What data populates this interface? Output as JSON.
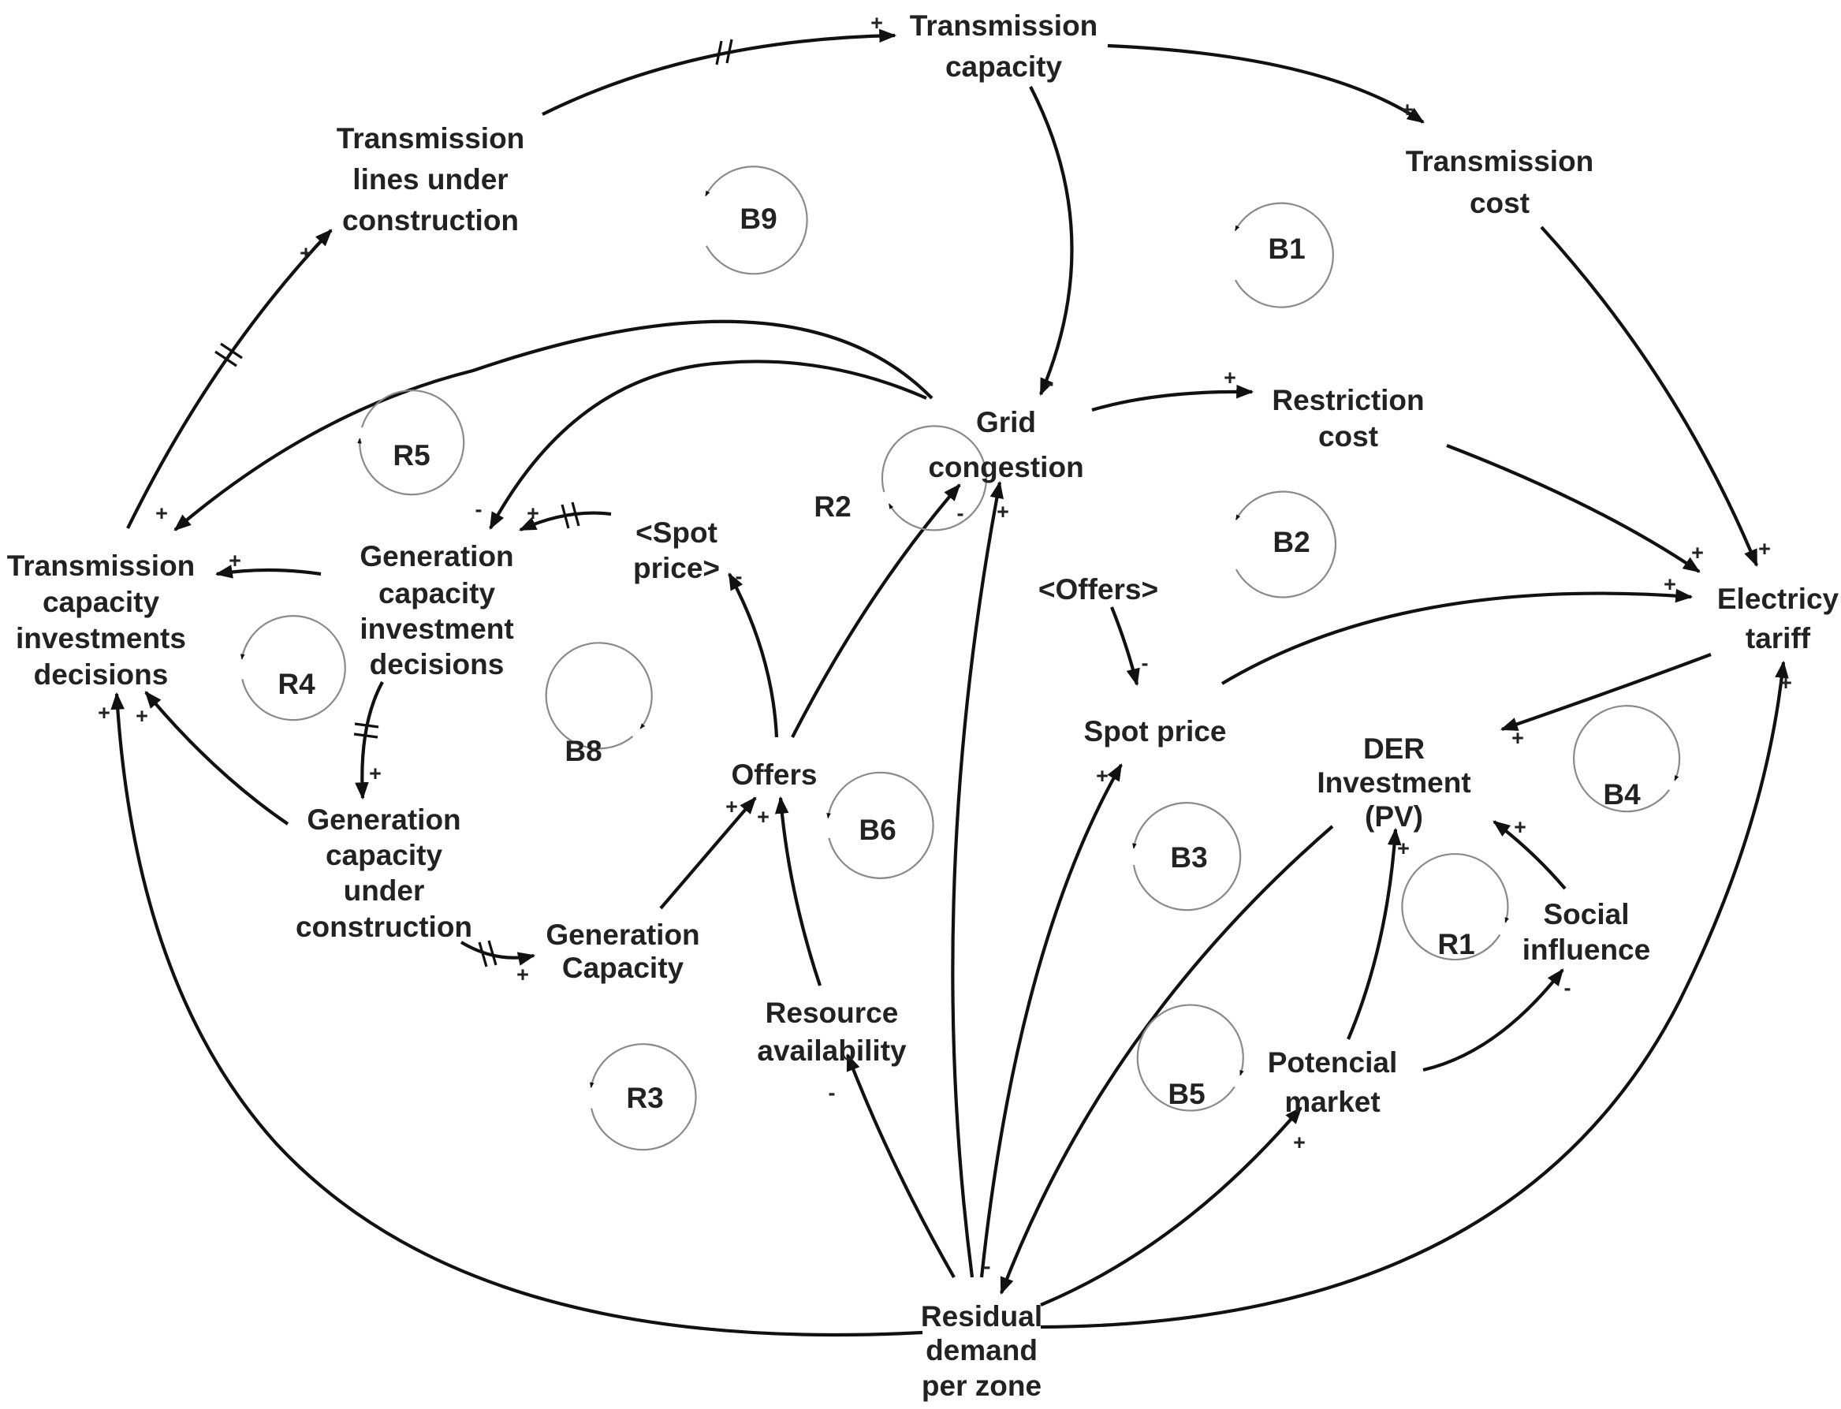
{
  "colors": {
    "line": "#111111",
    "loop": "#8a8a8a",
    "text": "#222222",
    "background": "#ffffff"
  },
  "nodes": {
    "transmission_capacity": [
      "Transmission",
      "capacity"
    ],
    "transmission_lines": [
      "Transmission",
      "lines under",
      "construction"
    ],
    "transmission_cost": [
      "Transmission",
      "cost"
    ],
    "grid_congestion": [
      "Grid",
      "congestion"
    ],
    "restriction_cost": [
      "Restriction",
      "cost"
    ],
    "transmission_investments": [
      "Transmission",
      "capacity",
      "investments",
      "decisions"
    ],
    "generation_investment": [
      "Generation",
      "capacity",
      "investment",
      "decisions"
    ],
    "spot_price_shadow": [
      "<Spot",
      "price>"
    ],
    "offers_shadow": [
      "<Offers>"
    ],
    "electricity_tariff": [
      "Electricy",
      "tariff"
    ],
    "spot_price": [
      "Spot price"
    ],
    "der_investment": [
      "DER",
      "Investment",
      "(PV)"
    ],
    "offers": [
      "Offers"
    ],
    "generation_under_construction": [
      "Generation",
      "capacity",
      "under",
      "construction"
    ],
    "generation_capacity": [
      "Generation",
      "Capacity"
    ],
    "resource_availability": [
      "Resource",
      "availability"
    ],
    "social_influence": [
      "Social",
      "influence"
    ],
    "potencial_market": [
      "Potencial",
      "market"
    ],
    "residual_demand": [
      "Residual",
      "demand",
      "per zone"
    ]
  },
  "loops": [
    "B9",
    "B1",
    "R5",
    "R2",
    "B2",
    "R4",
    "B8",
    "B6",
    "B4",
    "B3",
    "R1",
    "B5",
    "R3"
  ],
  "links": [
    {
      "from": "Transmission lines under construction",
      "to": "Transmission capacity",
      "polarity": "+",
      "delay": true
    },
    {
      "from": "Transmission capacity",
      "to": "Transmission cost",
      "polarity": "+",
      "delay": false
    },
    {
      "from": "Transmission capacity",
      "to": "Grid congestion",
      "polarity": "-",
      "delay": false
    },
    {
      "from": "Transmission cost",
      "to": "Electricy tariff",
      "polarity": "+",
      "delay": false
    },
    {
      "from": "Transmission capacity investments decisions",
      "to": "Transmission lines under construction",
      "polarity": "+",
      "delay": true
    },
    {
      "from": "Grid congestion",
      "to": "Transmission capacity investments decisions",
      "polarity": "+",
      "delay": false
    },
    {
      "from": "Grid congestion",
      "to": "Generation capacity investment decisions",
      "polarity": "-",
      "delay": false
    },
    {
      "from": "Grid congestion",
      "to": "Restriction cost",
      "polarity": "+",
      "delay": false
    },
    {
      "from": "Restriction cost",
      "to": "Electricy tariff",
      "polarity": "+",
      "delay": false
    },
    {
      "from": "<Spot price>",
      "to": "Generation capacity investment decisions",
      "polarity": "+",
      "delay": true
    },
    {
      "from": "Generation capacity investment decisions",
      "to": "Transmission capacity investments decisions",
      "polarity": "+",
      "delay": false
    },
    {
      "from": "Generation capacity investment decisions",
      "to": "Generation capacity under construction",
      "polarity": "+",
      "delay": true
    },
    {
      "from": "Generation capacity under construction",
      "to": "Transmission capacity investments decisions",
      "polarity": "+",
      "delay": false
    },
    {
      "from": "Generation capacity under construction",
      "to": "Generation Capacity",
      "polarity": "+",
      "delay": true
    },
    {
      "from": "Offers",
      "to": "<Spot price>",
      "polarity": "-",
      "delay": false
    },
    {
      "from": "Offers",
      "to": "Grid congestion",
      "polarity": "-",
      "delay": false
    },
    {
      "from": "Generation Capacity",
      "to": "Offers",
      "polarity": "+",
      "delay": false
    },
    {
      "from": "Resource availability",
      "to": "Offers",
      "polarity": "+",
      "delay": false
    },
    {
      "from": "<Offers>",
      "to": "Spot price",
      "polarity": "-",
      "delay": false
    },
    {
      "from": "Spot price",
      "to": "Electricy tariff",
      "polarity": "+",
      "delay": false
    },
    {
      "from": "Electricy tariff",
      "to": "DER Investment (PV)",
      "polarity": "+",
      "delay": false
    },
    {
      "from": "Social influence",
      "to": "DER Investment (PV)",
      "polarity": "+",
      "delay": false
    },
    {
      "from": "Potencial market",
      "to": "DER Investment (PV)",
      "polarity": "+",
      "delay": false
    },
    {
      "from": "Potencial market",
      "to": "Social influence",
      "polarity": "-",
      "delay": false
    },
    {
      "from": "DER Investment (PV)",
      "to": "Residual demand per zone",
      "polarity": "-",
      "delay": false
    },
    {
      "from": "Residual demand per zone",
      "to": "Transmission capacity investments decisions",
      "polarity": "+",
      "delay": false
    },
    {
      "from": "Residual demand per zone",
      "to": "Resource availability",
      "polarity": "-",
      "delay": false
    },
    {
      "from": "Residual demand per zone",
      "to": "Grid congestion",
      "polarity": "+",
      "delay": false
    },
    {
      "from": "Residual demand per zone",
      "to": "Spot price",
      "polarity": "+",
      "delay": false
    },
    {
      "from": "Residual demand per zone",
      "to": "Potencial market",
      "polarity": "+",
      "delay": false
    },
    {
      "from": "Residual demand per zone",
      "to": "Electricy tariff",
      "polarity": "+",
      "delay": false
    }
  ]
}
